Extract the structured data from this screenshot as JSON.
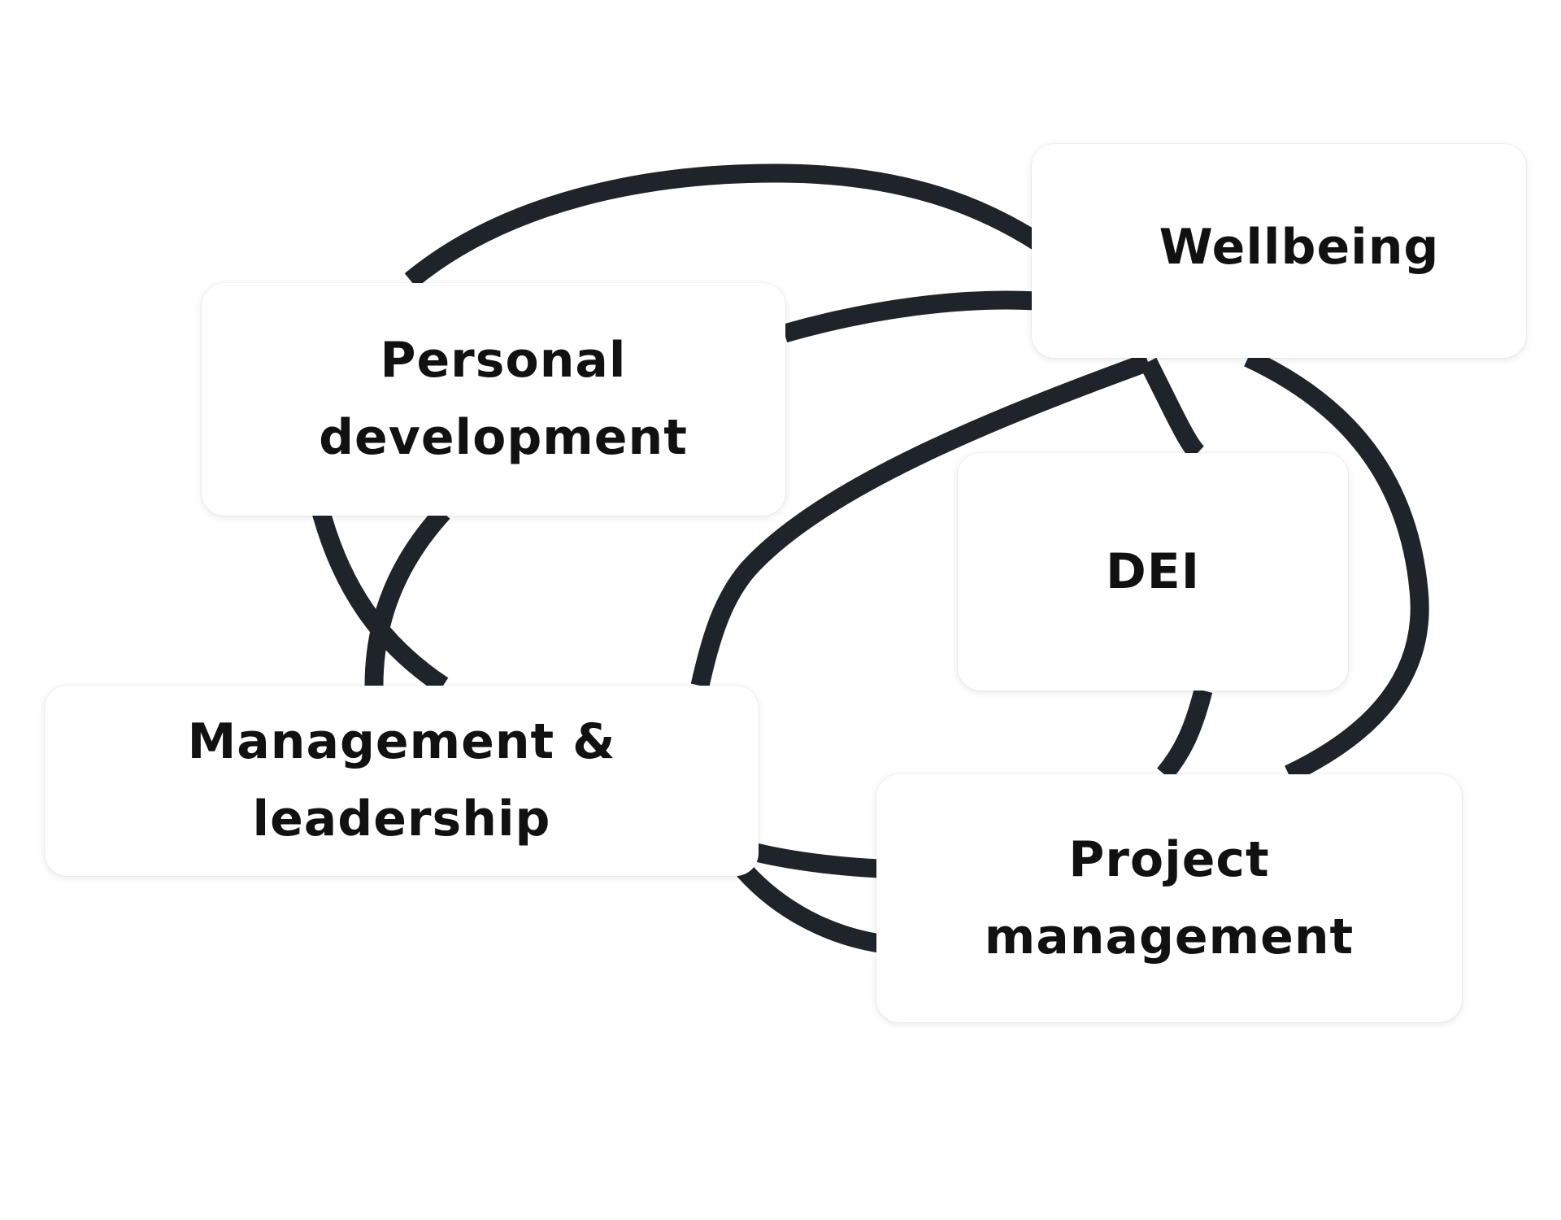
{
  "diagram": {
    "colors": {
      "connector": "#1f242a",
      "node_background": "#ffffff",
      "text": "#111111"
    },
    "nodes": [
      {
        "id": "personal-development",
        "label": "Personal\ndevelopment"
      },
      {
        "id": "wellbeing",
        "label": "Wellbeing"
      },
      {
        "id": "dei",
        "label": "DEI"
      },
      {
        "id": "management-leadership",
        "label": "Management &\nleadership"
      },
      {
        "id": "project-management",
        "label": "Project\nmanagement"
      }
    ],
    "connections": [
      {
        "from": "personal-development",
        "to": "wellbeing"
      },
      {
        "from": "personal-development",
        "to": "wellbeing"
      },
      {
        "from": "personal-development",
        "to": "management-leadership"
      },
      {
        "from": "personal-development",
        "to": "management-leadership"
      },
      {
        "from": "wellbeing",
        "to": "dei"
      },
      {
        "from": "wellbeing",
        "to": "project-management"
      },
      {
        "from": "wellbeing",
        "to": "management-leadership"
      },
      {
        "from": "dei",
        "to": "project-management"
      },
      {
        "from": "management-leadership",
        "to": "project-management"
      },
      {
        "from": "management-leadership",
        "to": "project-management"
      }
    ]
  }
}
